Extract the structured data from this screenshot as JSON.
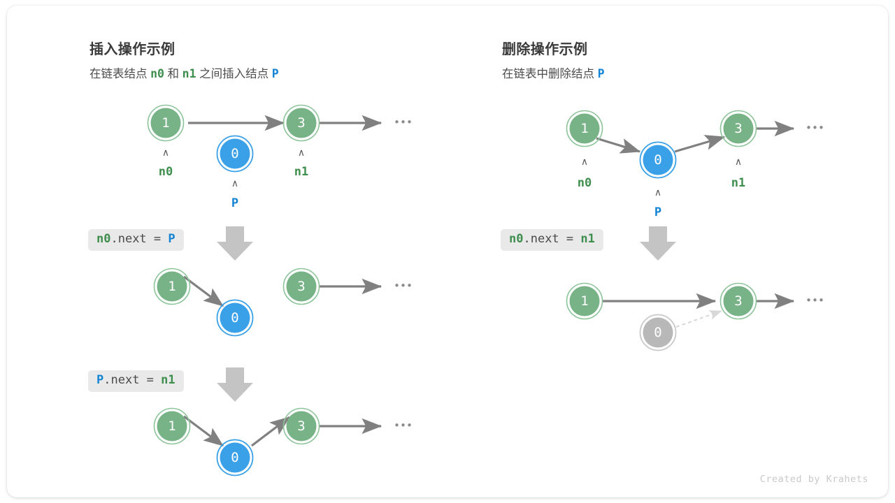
{
  "card": {
    "credit": "Created by Krahets"
  },
  "panels": [
    {
      "id": "insert",
      "title": "插入操作示例",
      "subtitle_parts": [
        {
          "text": "在链表结点 ",
          "style": "plain"
        },
        {
          "text": "n0",
          "style": "green"
        },
        {
          "text": " 和 ",
          "style": "plain"
        },
        {
          "text": "n1",
          "style": "green"
        },
        {
          "text": " 之间插入结点 ",
          "style": "plain"
        },
        {
          "text": "P",
          "style": "blue"
        }
      ],
      "steps": [
        {
          "code_parts": [
            {
              "text": "n0",
              "style": "green"
            },
            {
              "text": ".next = ",
              "style": "plain"
            },
            {
              "text": "P",
              "style": "blue"
            }
          ],
          "nodes": [
            {
              "value": "1",
              "color": "green",
              "pointer": "n0"
            },
            {
              "value": "0",
              "color": "blue",
              "pointer": "P"
            },
            {
              "value": "3",
              "color": "green",
              "pointer": "n1"
            }
          ]
        },
        {
          "code_parts": [
            {
              "text": "P",
              "style": "blue"
            },
            {
              "text": ".next = ",
              "style": "plain"
            },
            {
              "text": "n1",
              "style": "green"
            }
          ],
          "nodes": [
            {
              "value": "1",
              "color": "green"
            },
            {
              "value": "0",
              "color": "blue"
            },
            {
              "value": "3",
              "color": "green"
            }
          ]
        },
        {
          "code_parts": [],
          "nodes": [
            {
              "value": "1",
              "color": "green"
            },
            {
              "value": "0",
              "color": "blue"
            },
            {
              "value": "3",
              "color": "green"
            }
          ]
        }
      ]
    },
    {
      "id": "delete",
      "title": "删除操作示例",
      "subtitle_parts": [
        {
          "text": "在链表中删除结点 ",
          "style": "plain"
        },
        {
          "text": "P",
          "style": "blue"
        }
      ],
      "steps": [
        {
          "code_parts": [
            {
              "text": "n0",
              "style": "green"
            },
            {
              "text": ".next = ",
              "style": "plain"
            },
            {
              "text": "n1",
              "style": "green"
            }
          ],
          "nodes": [
            {
              "value": "1",
              "color": "green",
              "pointer": "n0"
            },
            {
              "value": "0",
              "color": "blue",
              "pointer": "P"
            },
            {
              "value": "3",
              "color": "green",
              "pointer": "n1"
            }
          ]
        },
        {
          "code_parts": [],
          "nodes": [
            {
              "value": "1",
              "color": "green"
            },
            {
              "value": "0",
              "color": "gray"
            },
            {
              "value": "3",
              "color": "green"
            }
          ]
        }
      ]
    }
  ],
  "colors": {
    "green_fill": "#78b287",
    "green_ring": "#8cc49a",
    "blue_fill": "#3aa0e8",
    "blue_ring": "#3aa0e8",
    "gray_fill": "#b8b8b8",
    "gray_ring": "#c9c9c9",
    "arrow": "#808080",
    "arrow_faded": "#d8d8d8",
    "badge_bg": "#e9e9e9",
    "down_arrow": "#c4c4c4",
    "label_green": "#3e8e4e",
    "label_blue": "#1383d4"
  },
  "ellipsis": "•••"
}
